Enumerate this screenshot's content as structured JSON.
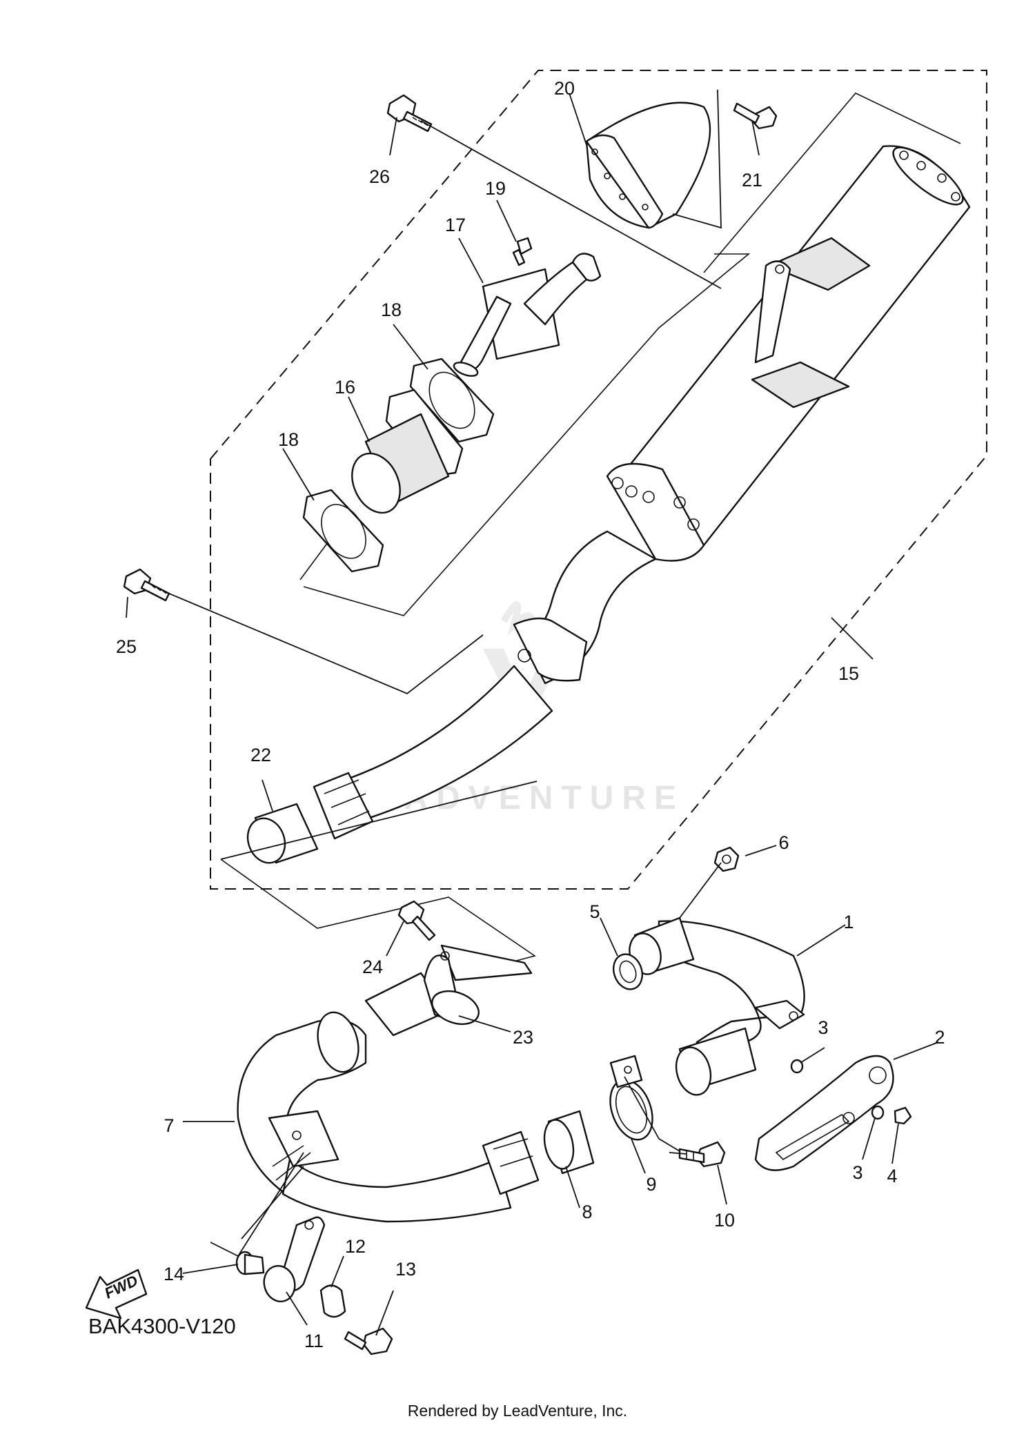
{
  "diagram": {
    "code": "BAK4300-V120",
    "footer": "Rendered by LeadVenture, Inc.",
    "watermark": "LEADVENTURE",
    "fwd_label": "FWD"
  },
  "callouts": [
    {
      "id": "c1",
      "label": "1"
    },
    {
      "id": "c2",
      "label": "2"
    },
    {
      "id": "c3a",
      "label": "3"
    },
    {
      "id": "c3b",
      "label": "3"
    },
    {
      "id": "c4",
      "label": "4"
    },
    {
      "id": "c5",
      "label": "5"
    },
    {
      "id": "c6",
      "label": "6"
    },
    {
      "id": "c7",
      "label": "7"
    },
    {
      "id": "c8",
      "label": "8"
    },
    {
      "id": "c9",
      "label": "9"
    },
    {
      "id": "c10",
      "label": "10"
    },
    {
      "id": "c11",
      "label": "11"
    },
    {
      "id": "c12",
      "label": "12"
    },
    {
      "id": "c13",
      "label": "13"
    },
    {
      "id": "c14",
      "label": "14"
    },
    {
      "id": "c15",
      "label": "15"
    },
    {
      "id": "c16",
      "label": "16"
    },
    {
      "id": "c17",
      "label": "17"
    },
    {
      "id": "c18a",
      "label": "18"
    },
    {
      "id": "c18b",
      "label": "18"
    },
    {
      "id": "c19",
      "label": "19"
    },
    {
      "id": "c20",
      "label": "20"
    },
    {
      "id": "c21",
      "label": "21"
    },
    {
      "id": "c22",
      "label": "22"
    },
    {
      "id": "c23",
      "label": "23"
    },
    {
      "id": "c24",
      "label": "24"
    },
    {
      "id": "c25",
      "label": "25"
    },
    {
      "id": "c26",
      "label": "26"
    }
  ]
}
